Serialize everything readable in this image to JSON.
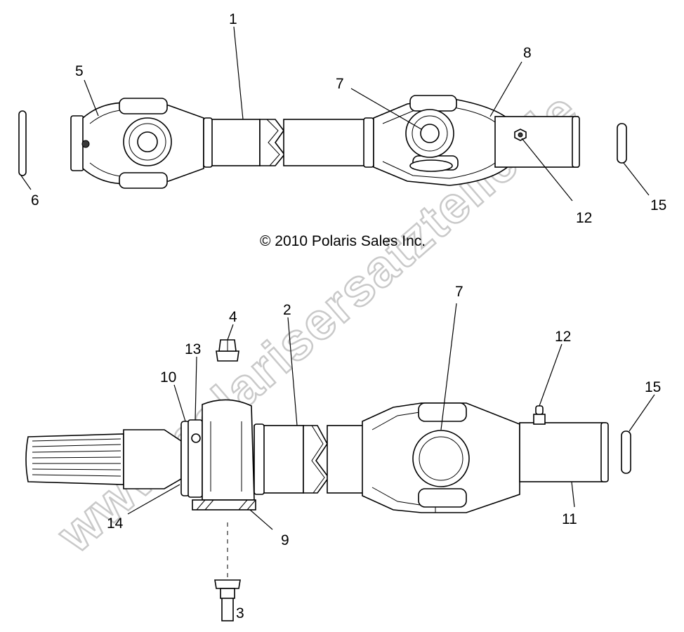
{
  "copyright": "© 2010 Polaris Sales Inc.",
  "watermark": "www.polarisersatzteile.de",
  "callouts": {
    "top": {
      "c1": "1",
      "c5": "5",
      "c6": "6",
      "c7": "7",
      "c8": "8",
      "c12": "12",
      "c15": "15"
    },
    "bottom": {
      "c2": "2",
      "c3": "3",
      "c4": "4",
      "c7": "7",
      "c9": "9",
      "c10": "10",
      "c11": "11",
      "c12": "12",
      "c13": "13",
      "c14": "14",
      "c15": "15"
    }
  }
}
